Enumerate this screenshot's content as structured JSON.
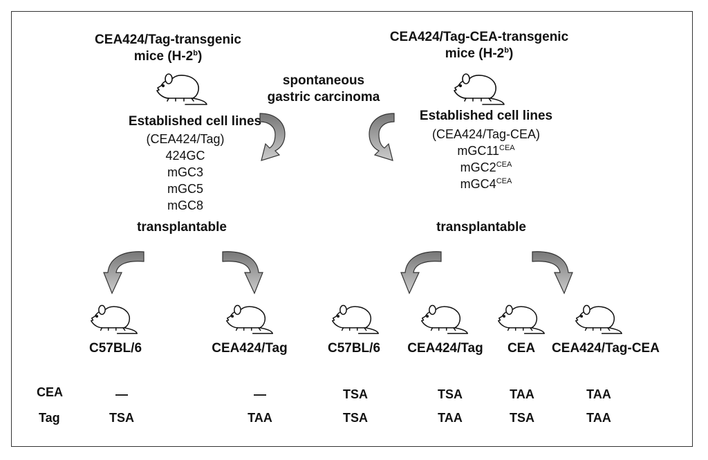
{
  "left": {
    "title_line1": "CEA424/Tag-transgenic",
    "title_line2": "mice (H-2",
    "title_sup": "b",
    "title_close": ")",
    "established": "Established cell lines",
    "lines": [
      "(CEA424/Tag)",
      "424GC",
      "mGC3",
      "mGC5",
      "mGC8"
    ],
    "transplantable": "transplantable"
  },
  "right": {
    "title_line1": "CEA424/Tag-CEA-transgenic",
    "title_line2": "mice (H-2",
    "title_sup": "b",
    "title_close": ")",
    "established": "Established cell lines",
    "group": "(CEA424/Tag-CEA)",
    "lines": [
      {
        "base": "mGC11",
        "sup": "CEA"
      },
      {
        "base": "mGC2",
        "sup": "CEA"
      },
      {
        "base": "mGC4",
        "sup": "CEA"
      }
    ],
    "transplantable": "transplantable"
  },
  "middle": {
    "line1": "spontaneous",
    "line2": "gastric carcinoma"
  },
  "recipients": [
    "C57BL/6",
    "CEA424/Tag",
    "C57BL/6",
    "CEA424/Tag",
    "CEA",
    "CEA424/Tag-CEA"
  ],
  "table": {
    "row_labels": [
      "CEA",
      "Tag"
    ],
    "cea": [
      "—",
      "—",
      "TSA",
      "TSA",
      "TAA",
      "TAA"
    ],
    "tag": [
      "TSA",
      "TAA",
      "TSA",
      "TAA",
      "TSA",
      "TAA"
    ]
  },
  "colors": {
    "arrow_dark": "#7a7a7a",
    "arrow_light": "#cfcfcf",
    "border": "#333333"
  },
  "icons": [
    "mouse-icon",
    "curved-arrow-icon"
  ]
}
